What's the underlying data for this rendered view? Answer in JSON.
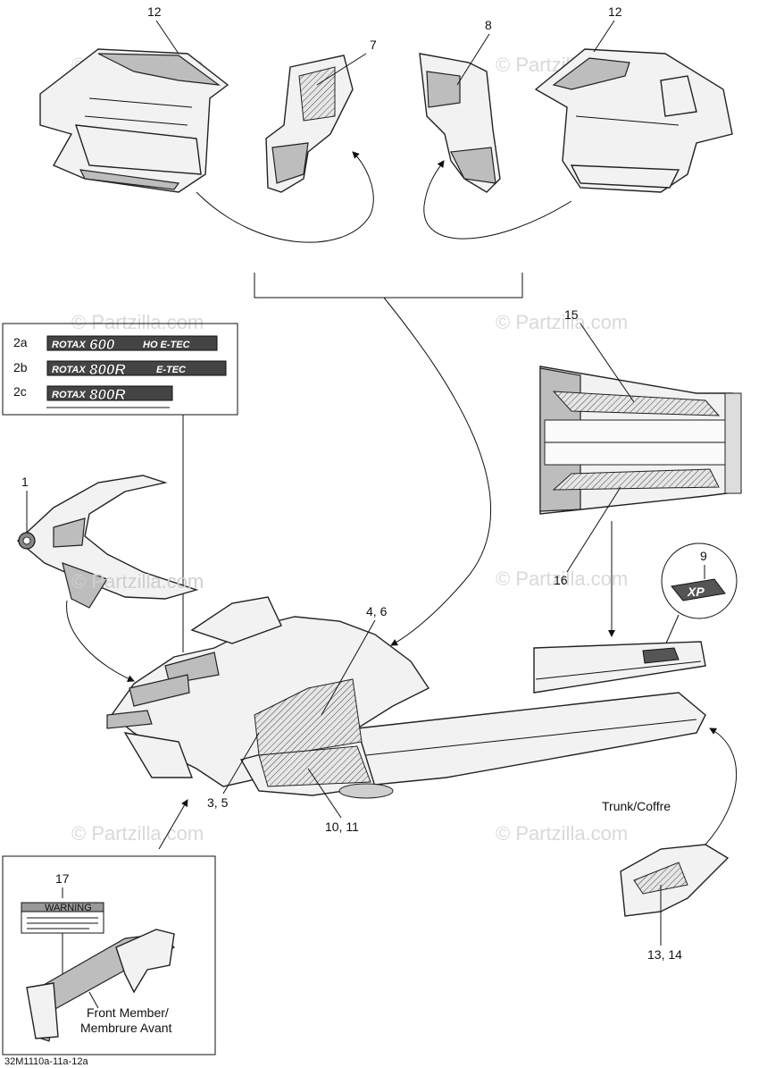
{
  "watermark": "© Partzilla.com",
  "callouts": {
    "c12a": "12",
    "c7": "7",
    "c8": "8",
    "c12b": "12",
    "c15": "15",
    "c2a": "2a",
    "c2b": "2b",
    "c2c": "2c",
    "c1": "1",
    "c46": "4, 6",
    "c16": "16",
    "c9": "9",
    "c35": "3, 5",
    "c1011": "10, 11",
    "c17": "17",
    "c1314": "13, 14"
  },
  "decals": {
    "d2a": {
      "brand": "ROTAX",
      "model": "600",
      "suffix": "HO E-TEC"
    },
    "d2b": {
      "brand": "ROTAX",
      "model": "800R",
      "suffix": "E-TEC"
    },
    "d2c": {
      "brand": "ROTAX",
      "model": "800R"
    },
    "d9": "XP",
    "warning": "WARNING"
  },
  "labels": {
    "trunk": "Trunk/Coffre",
    "front_member_1": "Front Member/",
    "front_member_2": "Membrure Avant",
    "figure_id": "32M1110a-11a-12a"
  }
}
